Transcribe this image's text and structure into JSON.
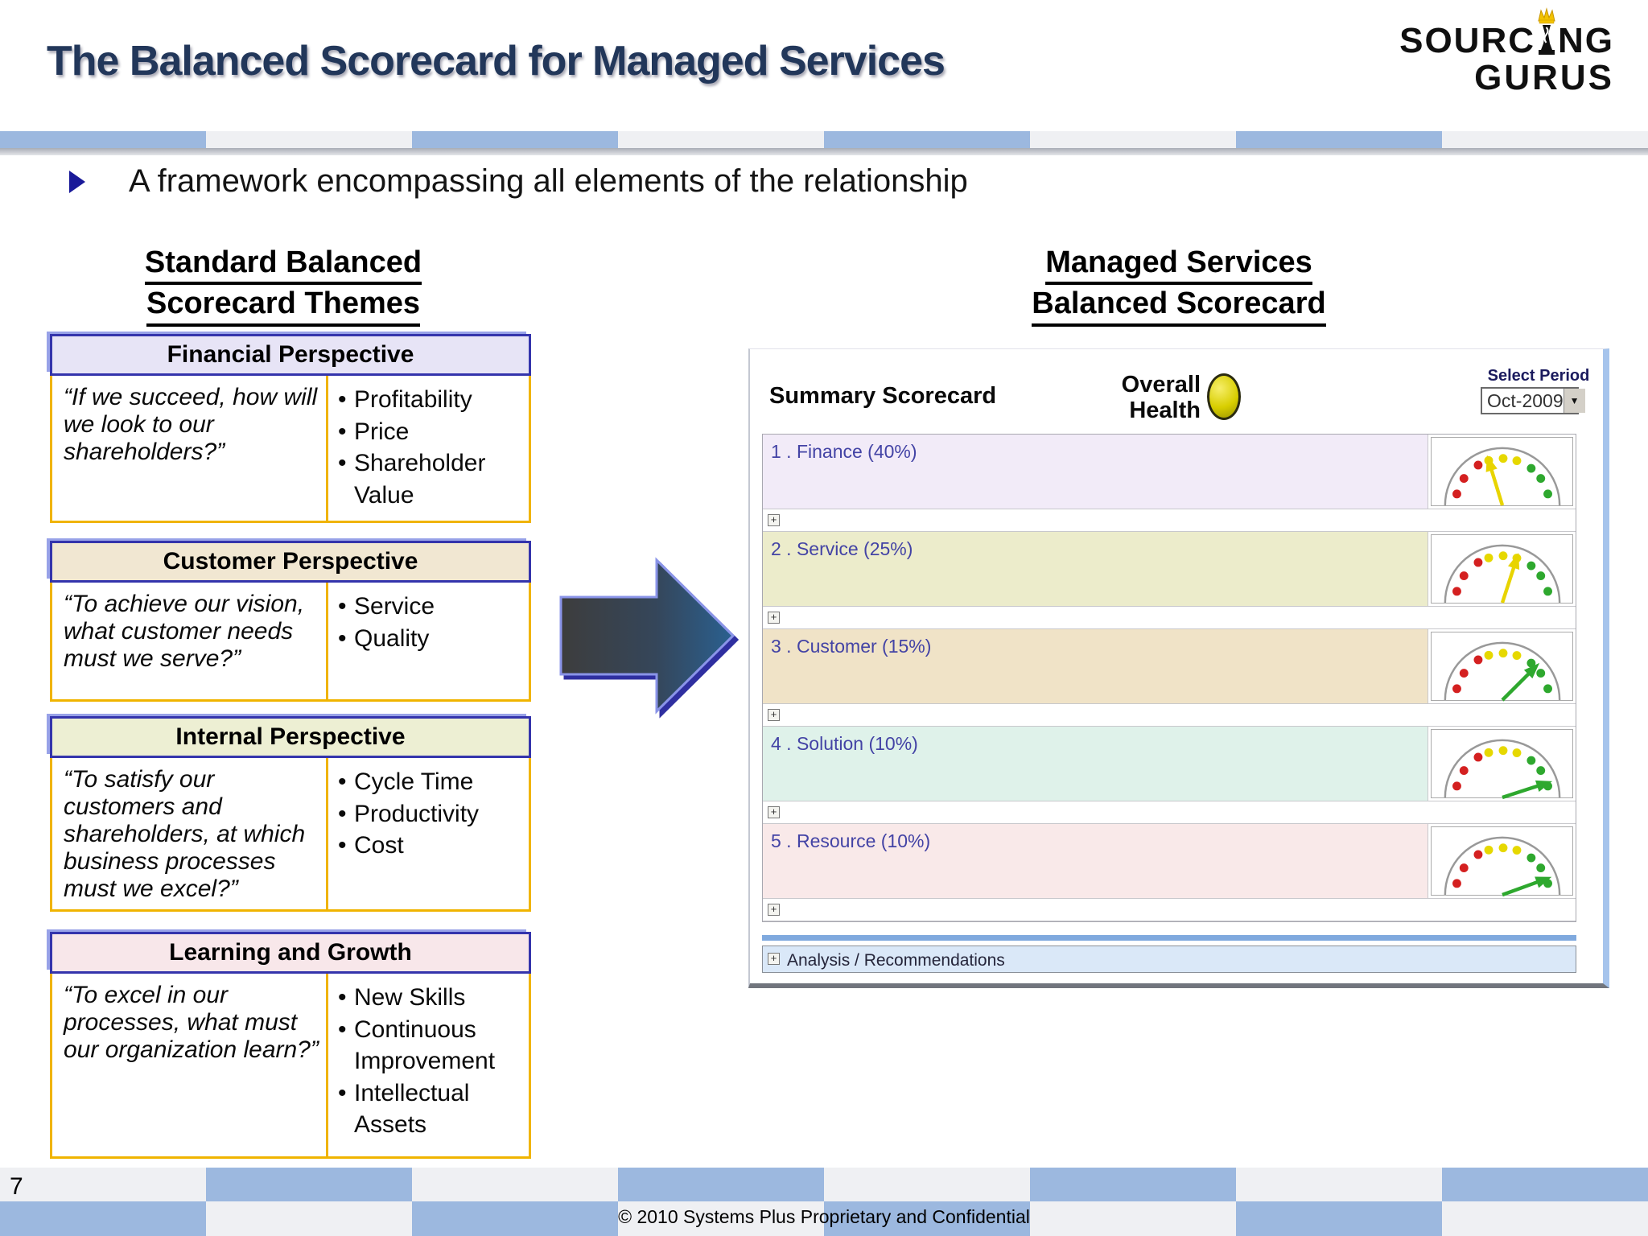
{
  "colors": {
    "title_navy": "#22375A",
    "checker_blue": "#9CB8DF",
    "checker_gray": "#EFF0F3",
    "gold_border": "#F0B400",
    "header_border": "#3434AC",
    "gauge_red": "#D42020",
    "gauge_yellow": "#E6D800",
    "gauge_green": "#2EA82E",
    "overall_health_yellow": "#D8CE00",
    "analysis_bg": "#DAE8F8"
  },
  "header": {
    "title": "The Balanced Scorecard for Managed Services",
    "logo_line1_left": "SOURC",
    "logo_line1_right": "NG",
    "logo_line2": "GURUS"
  },
  "intro_bullet": "A framework encompassing all elements of the relationship",
  "left_panel": {
    "heading_line1": "Standard Balanced",
    "heading_line2": "Scorecard Themes",
    "sections": [
      {
        "header": "Financial Perspective",
        "header_bg": "#E7E4F6",
        "quote": "“If we succeed, how will we look to our shareholders?”",
        "bullets": [
          "Profitability",
          "Price",
          "Shareholder Value"
        ]
      },
      {
        "header": "Customer Perspective",
        "header_bg": "#F1E7D2",
        "quote": "“To achieve our vision, what customer needs must we serve?”",
        "bullets": [
          "Service",
          "Quality"
        ]
      },
      {
        "header": "Internal Perspective",
        "header_bg": "#EDEFD3",
        "quote": "“To satisfy our customers and shareholders, at which business processes must we excel?”",
        "bullets": [
          "Cycle Time",
          "Productivity",
          "Cost"
        ]
      },
      {
        "header": "Learning and Growth",
        "header_bg": "#F8E7EA",
        "quote": "“To excel in our processes, what must our organization learn?”",
        "bullets": [
          "New Skills",
          "Continuous Improvement",
          "Intellectual Assets"
        ]
      }
    ]
  },
  "right_panel": {
    "heading_line1": "Managed Services",
    "heading_line2": "Balanced Scorecard",
    "scorecard": {
      "title": "Summary Scorecard",
      "overall_label_line1": "Overall",
      "overall_label_line2": "Health",
      "select_period_label": "Select Period",
      "selected_period": "Oct-2009",
      "rows": [
        {
          "label": "1 . Finance  (40%)",
          "bg": "#F2EBF8",
          "needle_color": "#E8D400",
          "needle_angle": -17
        },
        {
          "label": "2 . Service  (25%)",
          "bg": "#ECECCB",
          "needle_color": "#E8D400",
          "needle_angle": 18
        },
        {
          "label": "3 . Customer  (15%)",
          "bg": "#F0E3C7",
          "needle_color": "#2EA82E",
          "needle_angle": 45
        },
        {
          "label": "4 . Solution  (10%)",
          "bg": "#DFF2EA",
          "needle_color": "#2EA82E",
          "needle_angle": 72
        },
        {
          "label": "5 . Resource  (10%)",
          "bg": "#F9E9E9",
          "needle_color": "#2EA82E",
          "needle_angle": 70
        }
      ],
      "analysis_label": "Analysis / Recommendations"
    }
  },
  "footer": {
    "page_number": "7",
    "copyright": "© 2010 Systems Plus Proprietary and Confidential"
  },
  "icons": {
    "expand": "+",
    "dropdown_arrow": "▼"
  }
}
